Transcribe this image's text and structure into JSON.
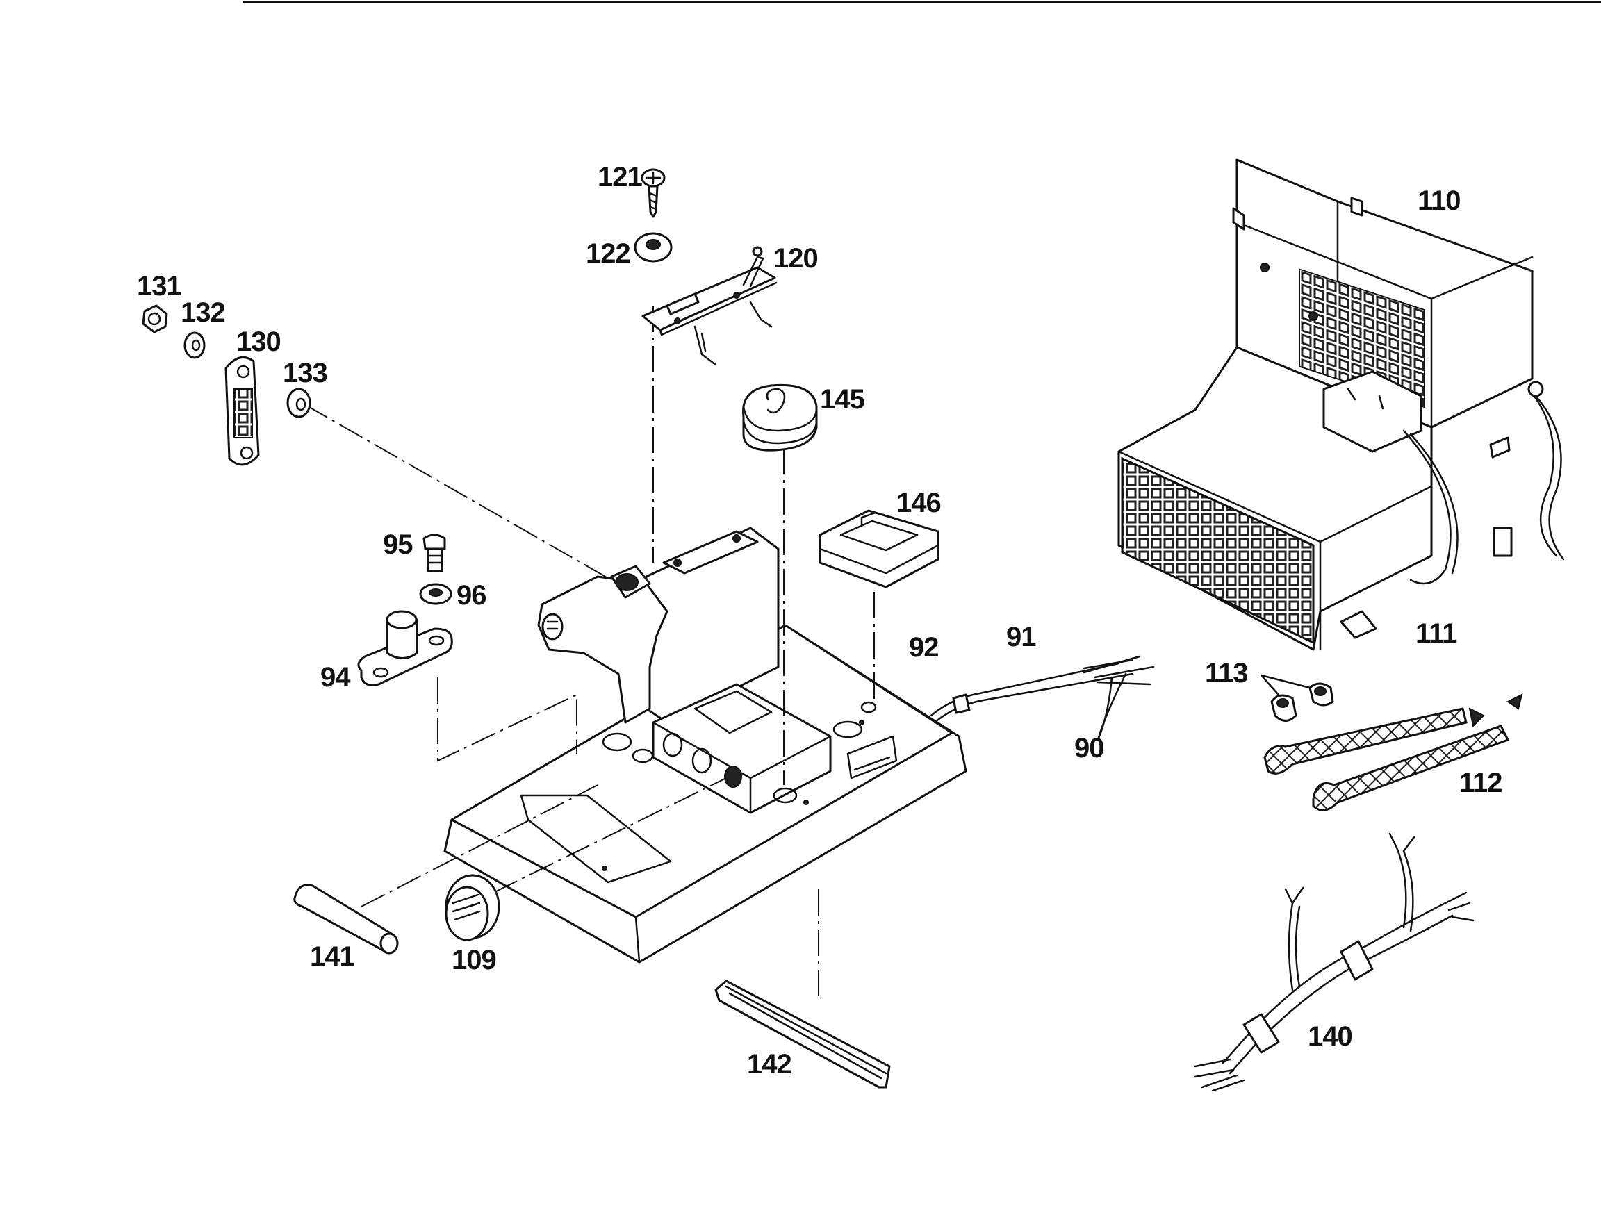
{
  "callouts": {
    "c121": "121",
    "c122": "122",
    "c120": "120",
    "c131": "131",
    "c132": "132",
    "c130": "130",
    "c133": "133",
    "c145": "145",
    "c146": "146",
    "c95": "95",
    "c96": "96",
    "c94": "94",
    "c92": "92",
    "c91": "91",
    "c90": "90",
    "c141": "141",
    "c109": "109",
    "c142": "142",
    "c110": "110",
    "c111": "111",
    "c112": "112",
    "c113": "113",
    "c140": "140"
  }
}
